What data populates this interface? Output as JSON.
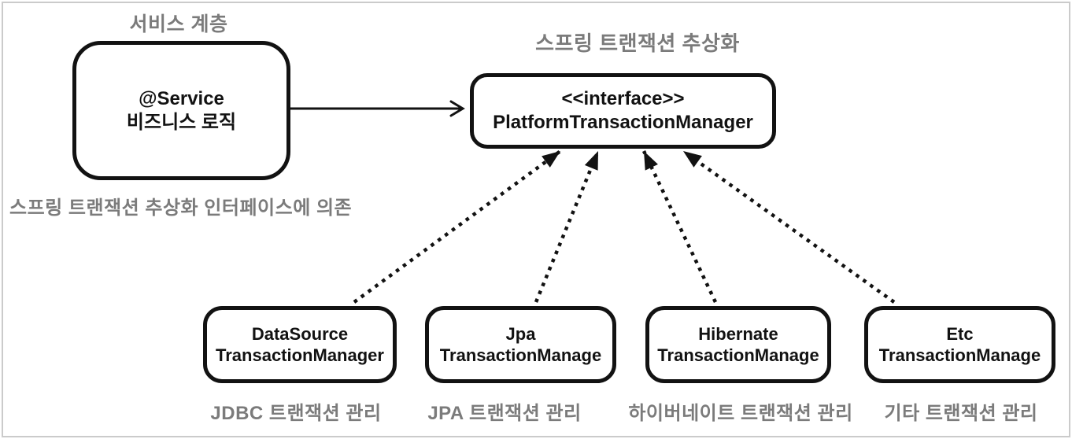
{
  "service_layer": {
    "title": "서비스 계층",
    "box": {
      "line1": "@Service",
      "line2": "비즈니스 로직"
    },
    "dependency_note": "스프링 트랜잭션 추상화 인터페이스에 의존"
  },
  "abstraction": {
    "title": "스프링 트랜잭션 추상화",
    "box": {
      "line1": "<<interface>>",
      "line2": "PlatformTransactionManager"
    }
  },
  "implementations": [
    {
      "line1": "DataSource",
      "line2": "TransactionManager",
      "caption": "JDBC 트랜잭션 관리"
    },
    {
      "line1": "Jpa",
      "line2": "TransactionManage",
      "caption": "JPA 트랜잭션 관리"
    },
    {
      "line1": "Hibernate",
      "line2": "TransactionManage",
      "caption": "하이버네이트 트랜잭션 관리"
    },
    {
      "line1": "Etc",
      "line2": "TransactionManage",
      "caption": "기타 트랜잭션 관리"
    }
  ],
  "colors": {
    "ink_black": "#121212",
    "label_gray": "#7b7b7b",
    "frame_gray": "#cbcbcb",
    "background": "#ffffff"
  }
}
